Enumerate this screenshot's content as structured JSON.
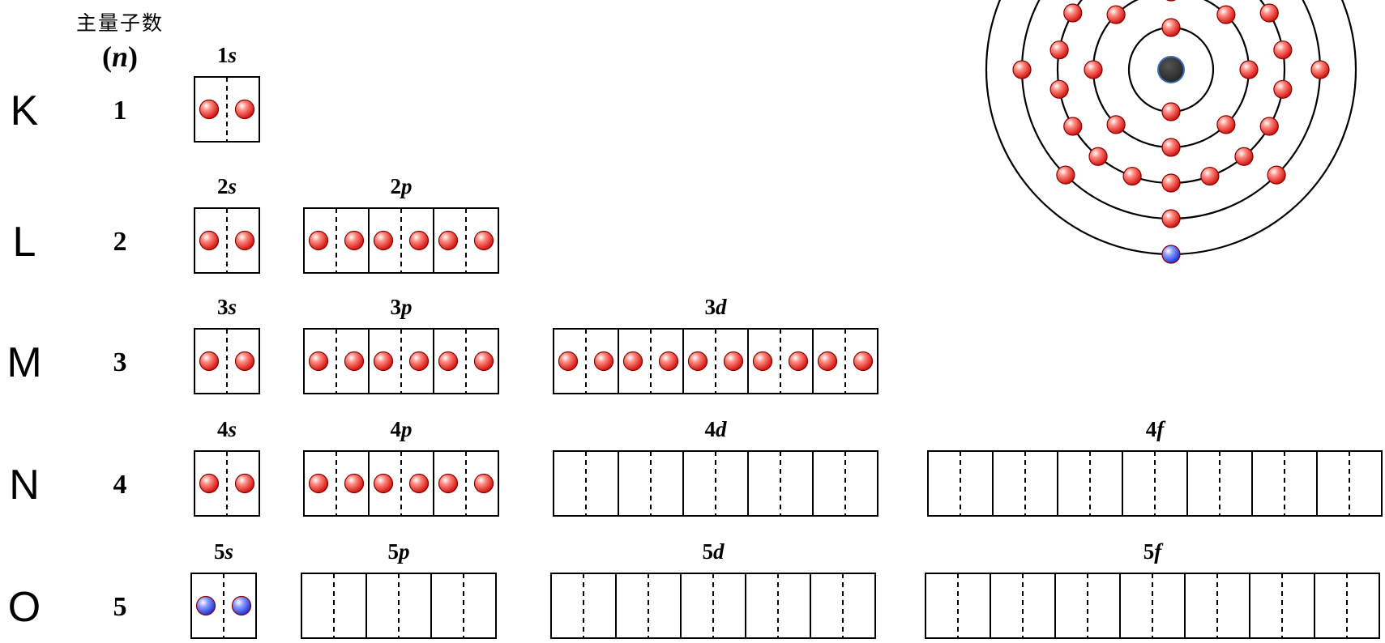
{
  "header": {
    "title": "主量子数",
    "n_label": "(n)"
  },
  "colors": {
    "electron": "#e0201b",
    "outer_electron": "#2b3fe0",
    "nucleus": "#333333"
  },
  "shells": [
    {
      "shell": "K",
      "n": "1",
      "subshells": [
        {
          "label": "1s",
          "orbitals": 1,
          "electrons": 2
        }
      ]
    },
    {
      "shell": "L",
      "n": "2",
      "subshells": [
        {
          "label": "2s",
          "orbitals": 1,
          "electrons": 2
        },
        {
          "label": "2p",
          "orbitals": 3,
          "electrons": 6
        }
      ]
    },
    {
      "shell": "M",
      "n": "3",
      "subshells": [
        {
          "label": "3s",
          "orbitals": 1,
          "electrons": 2
        },
        {
          "label": "3p",
          "orbitals": 3,
          "electrons": 6
        },
        {
          "label": "3d",
          "orbitals": 5,
          "electrons": 10
        }
      ]
    },
    {
      "shell": "N",
      "n": "4",
      "subshells": [
        {
          "label": "4s",
          "orbitals": 1,
          "electrons": 2
        },
        {
          "label": "4p",
          "orbitals": 3,
          "electrons": 6
        },
        {
          "label": "4d",
          "orbitals": 5,
          "electrons": 0
        },
        {
          "label": "4f",
          "orbitals": 7,
          "electrons": 0
        }
      ]
    },
    {
      "shell": "O",
      "n": "5",
      "subshells": [
        {
          "label": "5s",
          "orbitals": 1,
          "electrons": 2,
          "electron_color": "outer"
        },
        {
          "label": "5p",
          "orbitals": 3,
          "electrons": 0
        },
        {
          "label": "5d",
          "orbitals": 5,
          "electrons": 0
        },
        {
          "label": "5f",
          "orbitals": 7,
          "electrons": 0
        }
      ]
    }
  ],
  "bohr_model": {
    "electrons_per_shell": [
      2,
      8,
      18,
      8,
      1
    ]
  }
}
